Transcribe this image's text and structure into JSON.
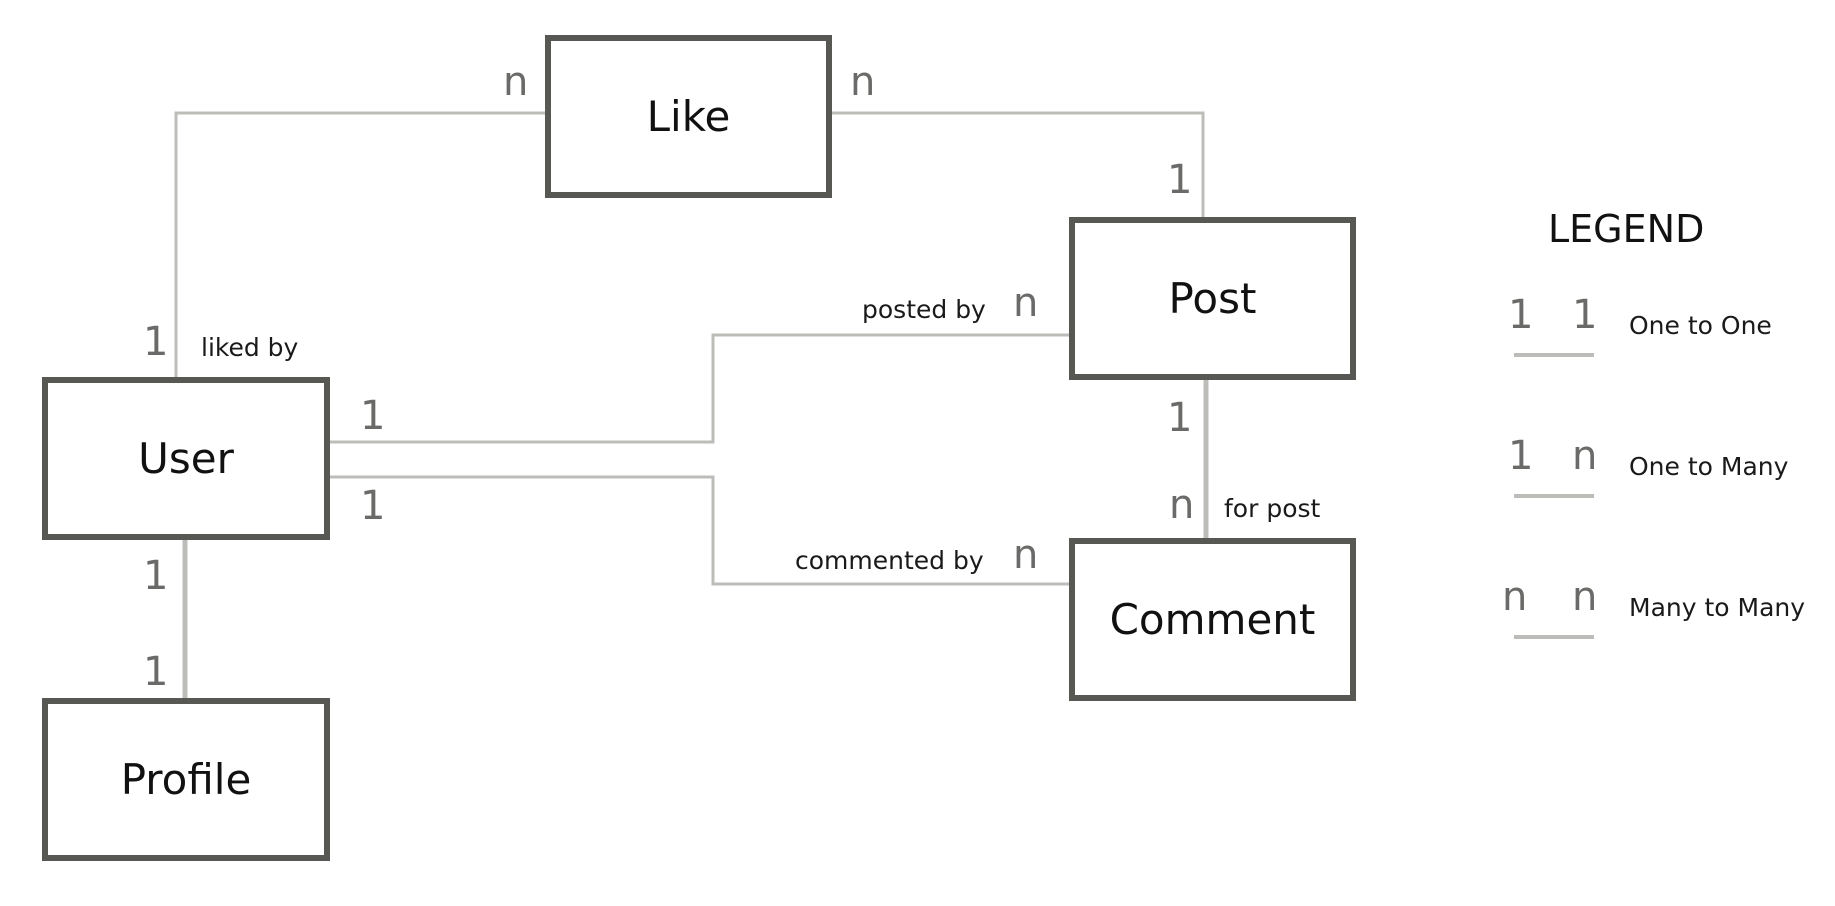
{
  "entities": {
    "like": "Like",
    "post": "Post",
    "user": "User",
    "comment": "Comment",
    "profile": "Profile"
  },
  "cardinalities": {
    "user_like_at_like": "n",
    "like_post_at_like": "n",
    "like_post_at_post": "1",
    "user_like_at_user": "1",
    "user_post_at_user": "1",
    "user_post_at_post": "n",
    "user_comment_at_user": "1",
    "user_comment_at_comment": "n",
    "post_comment_at_post": "1",
    "post_comment_at_comment": "n",
    "user_profile_at_user": "1",
    "user_profile_at_profile": "1"
  },
  "relationship_labels": {
    "liked_by": "liked by",
    "posted_by": "posted by",
    "for_post": "for post",
    "commented_by": "commented by"
  },
  "legend": {
    "title": "LEGEND",
    "items": [
      {
        "left": "1",
        "right": "1",
        "label": "One to One"
      },
      {
        "left": "1",
        "right": "n",
        "label": "One to Many"
      },
      {
        "left": "n",
        "right": "n",
        "label": "Many to Many"
      }
    ]
  },
  "colors": {
    "entity_border": "#575754",
    "connector_line": "#bcbcb8",
    "cardinality_text": "#6a6a68"
  }
}
